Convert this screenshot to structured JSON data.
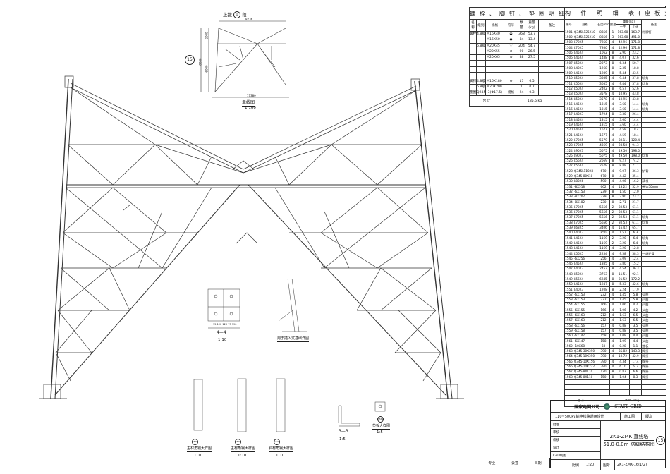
{
  "single_line_diagram": {
    "segment_label_prefix": "上拔",
    "segment_no": "9",
    "segment_label_suffix": "段",
    "dim_top": "8736",
    "dim_upper": "2000",
    "dim_lower": "6000",
    "dim_total": "8000",
    "dim_bottom": "17380",
    "part_no": "15",
    "title": "单线图",
    "scale": "1:100"
  },
  "details": {
    "section_4": {
      "title": "4—4",
      "scale": "1:10",
      "dims": [
        "75",
        "120",
        "120",
        "75",
        "390"
      ]
    },
    "insert_foundation": {
      "title": "用于插入式基础详图"
    },
    "angle_detail_1": {
      "title": "主材角钢大样图",
      "scale": "1:10",
      "part": "1501"
    },
    "angle_detail_2": {
      "title": "主材角钢大样图",
      "scale": "1:10",
      "part": "1502"
    },
    "angle_detail_3": {
      "title": "斜材角钢大样图",
      "scale": "1:10",
      "part": "1522"
    },
    "section_3": {
      "title": "3—3",
      "scale": "1:5"
    },
    "plate_detail": {
      "title": "垫板大样图",
      "scale": "1:5",
      "part": "1562"
    }
  },
  "bolt_table": {
    "title": "螺栓、脚钉、垫圈明细表",
    "headers": [
      "名称",
      "级别",
      "规格",
      "符号",
      "数量",
      "重量(kg)",
      "备注"
    ],
    "rows": [
      [
        "螺栓",
        "4.8级",
        "M16X40",
        "◒",
        "368",
        "53.7",
        ""
      ],
      [
        "",
        "",
        "M16X50",
        "◒",
        "84",
        "13.4",
        ""
      ],
      [
        "",
        "6.8级",
        "M20X45",
        "♡",
        "204",
        "54.7",
        ""
      ],
      [
        "",
        "",
        "M20X55",
        "⊘",
        "90",
        "26.5",
        ""
      ],
      [
        "",
        "",
        "M20X65",
        "⊗",
        "88",
        "27.5",
        ""
      ],
      [
        "",
        "",
        "",
        "",
        "",
        "",
        ""
      ],
      [
        "",
        "",
        "",
        "",
        "",
        "",
        ""
      ],
      [
        "",
        "",
        "",
        "",
        "",
        "",
        ""
      ],
      [
        "脚钉",
        "4.8级",
        "M16X180",
        "⊖",
        "17",
        "6.5",
        ""
      ],
      [
        "",
        "6.8级",
        "M20X200",
        "",
        "1",
        "0.7",
        ""
      ],
      [
        "垫圈",
        "Q235",
        "-3(Φ17.5)",
        "规格",
        "24",
        "0.3",
        ""
      ]
    ],
    "total_label": "合  计",
    "total_value": "185.5 kg"
  },
  "member_table": {
    "title": "构 件 明 细 表(座板式)",
    "headers": {
      "no": "编号",
      "spec": "规格",
      "length": "长度(mm)",
      "qty": "数量",
      "weight": "重量(kg)",
      "unit": "一件",
      "sub": "小计",
      "remark": "备注"
    },
    "rows": [
      [
        "1501",
        "Q345L125X10",
        "8856",
        "1",
        "163.68",
        "163.7",
        "带脚钉"
      ],
      [
        "1502",
        "Q345L125X10",
        "8856",
        "3",
        "163.68",
        "491.0",
        ""
      ],
      [
        "1503",
        "L70X5",
        "7950",
        "4",
        "42.96",
        "171.8",
        ""
      ],
      [
        "1504",
        "L70X5",
        "7950",
        "4",
        "42.96",
        "171.8",
        ""
      ],
      [
        "1505",
        "L45X4",
        "1062",
        "8",
        "2.90",
        "23.2",
        ""
      ],
      [
        "1506",
        "L45X4",
        "1488",
        "8",
        "4.07",
        "32.6",
        ""
      ],
      [
        "1507",
        "L50X4",
        "2073",
        "8",
        "6.34",
        "50.7",
        ""
      ],
      [
        "1508",
        "L40X3",
        "1268",
        "8",
        "2.35",
        "18.8",
        ""
      ],
      [
        "1509",
        "L45X4",
        "1989",
        "8",
        "5.44",
        "43.5",
        ""
      ],
      [
        "1510",
        "L50X4",
        "3085",
        "4",
        "9.44",
        "37.8",
        "切角"
      ],
      [
        "1511",
        "L50X4",
        "3085",
        "4",
        "9.44",
        "37.8",
        "切角"
      ],
      [
        "1512",
        "L50X4",
        "2402",
        "8",
        "6.57",
        "52.6",
        ""
      ],
      [
        "1513",
        "L50X4",
        "3578",
        "4",
        "10.95",
        "43.8",
        ""
      ],
      [
        "1514",
        "L50X4",
        "3578",
        "4",
        "10.95",
        "43.8",
        ""
      ],
      [
        "1515",
        "L45X4",
        "1315",
        "4",
        "3.60",
        "14.4",
        "切角"
      ],
      [
        "1516",
        "L45X4",
        "1315",
        "4",
        "3.60",
        "14.4",
        "切角"
      ],
      [
        "1517",
        "L40X3",
        "1794",
        "8",
        "3.30",
        "26.4",
        ""
      ],
      [
        "1518",
        "L45X4",
        "1315",
        "4",
        "3.60",
        "14.4",
        ""
      ],
      [
        "1519",
        "L45X4",
        "1315",
        "4",
        "3.60",
        "14.4",
        ""
      ],
      [
        "1520",
        "L45X4",
        "1677",
        "4",
        "4.59",
        "18.4",
        ""
      ],
      [
        "1521",
        "L45X4",
        "1677",
        "4",
        "4.59",
        "18.4",
        ""
      ],
      [
        "1522",
        "L70X5",
        "5579",
        "4",
        "30.11",
        "120.4",
        ""
      ],
      [
        "1523",
        "L70X5",
        "4369",
        "4",
        "23.58",
        "94.3",
        ""
      ],
      [
        "1524",
        "L90X7",
        "5075",
        "4",
        "49.50",
        "198.0",
        ""
      ],
      [
        "1525",
        "L90X7",
        "5075",
        "4",
        "49.50",
        "198.0",
        "切角"
      ],
      [
        "1526",
        "L56X4",
        "2669",
        "8",
        "9.27",
        "74.2",
        ""
      ],
      [
        "1527",
        "L56X4",
        "2579",
        "8",
        "8.89",
        "71.1",
        ""
      ],
      [
        "1528",
        "Q345L110X8",
        "670",
        "4",
        "9.07",
        "36.3",
        "铲背"
      ],
      [
        "1529",
        "Q345-80X10",
        "670",
        "8",
        "4.42",
        "35.4",
        ""
      ],
      [
        "1530",
        "L80X6",
        "590",
        "4",
        "4.06",
        "16.2",
        "清根"
      ],
      [
        "1531",
        "-8X518",
        "662",
        "4",
        "13.22",
        "52.9",
        "卷边50mm"
      ],
      [
        "1532",
        "-6X153",
        "239",
        "8",
        "1.50",
        "12.0",
        ""
      ],
      [
        "1533",
        "-8X202",
        "229",
        "8",
        "2.90",
        "23.2",
        ""
      ],
      [
        "1534",
        "-8X182",
        "230",
        "8",
        "2.71",
        "21.7",
        ""
      ],
      [
        "1535",
        "L70X5",
        "5656",
        "2",
        "30.53",
        "61.1",
        ""
      ],
      [
        "1536",
        "L70X5",
        "5656",
        "2",
        "30.53",
        "61.1",
        ""
      ],
      [
        "1537",
        "L70X5",
        "5656",
        "2",
        "30.53",
        "61.1",
        "切角"
      ],
      [
        "1538",
        "L70X5",
        "5656",
        "2",
        "30.53",
        "61.1",
        "切角"
      ],
      [
        "1539",
        "L63X5",
        "3406",
        "4",
        "16.42",
        "65.7",
        ""
      ],
      [
        "1540",
        "L40X3",
        "850",
        "4",
        "1.57",
        "6.3",
        ""
      ],
      [
        "1541",
        "L45X4",
        "1169",
        "2",
        "3.20",
        "6.4",
        "切角"
      ],
      [
        "1542",
        "L45X4",
        "1169",
        "2",
        "3.20",
        "6.4",
        "切角"
      ],
      [
        "1543",
        "L45X4",
        "1169",
        "4",
        "3.20",
        "12.8",
        ""
      ],
      [
        "1544",
        "L56X5",
        "2254",
        "4",
        "9.58",
        "38.3",
        "一端铲背"
      ],
      [
        "1545",
        "-6X256",
        "256",
        "4",
        "3.09",
        "12.4",
        ""
      ],
      [
        "1546",
        "L45X4",
        "1385",
        "4",
        "3.80",
        "15.2",
        ""
      ],
      [
        "1547",
        "L40X3",
        "2453",
        "8",
        "4.54",
        "36.3",
        ""
      ],
      [
        "1548",
        "L50X4",
        "3763",
        "8",
        "11.51",
        "92.1",
        ""
      ],
      [
        "1549",
        "L56X4",
        "6245",
        "8",
        "21.52",
        "172.2",
        ""
      ],
      [
        "1550",
        "L45X4",
        "1947",
        "8",
        "5.33",
        "42.6",
        "切角"
      ],
      [
        "1551",
        "L40X3",
        "1208",
        "8",
        "2.24",
        "17.9",
        ""
      ],
      [
        "1552",
        "-6X153",
        "232",
        "4",
        "1.45",
        "5.8",
        "火曲"
      ],
      [
        "1553",
        "-6X153",
        "232",
        "4",
        "1.45",
        "5.8",
        "火曲"
      ],
      [
        "1554",
        "-6X155",
        "166",
        "4",
        "1.06",
        "4.2",
        "火曲"
      ],
      [
        "1555",
        "-6X155",
        "166",
        "4",
        "1.06",
        "4.2",
        "火曲"
      ],
      [
        "1556",
        "-6X163",
        "212",
        "4",
        "1.63",
        "6.5",
        "火曲"
      ],
      [
        "1557",
        "-6X163",
        "212",
        "4",
        "1.63",
        "6.5",
        "火曲"
      ],
      [
        "1558",
        "-6X156",
        "157",
        "4",
        "0.88",
        "3.5",
        "火曲"
      ],
      [
        "1559",
        "-6X158",
        "157",
        "4",
        "0.88",
        "3.5",
        "火曲"
      ],
      [
        "1560",
        "-6X147",
        "158",
        "4",
        "1.09",
        "4.4",
        "火曲"
      ],
      [
        "1561",
        "-6X147",
        "158",
        "4",
        "1.09",
        "4.4",
        "火曲"
      ],
      [
        "1562",
        "-10X68",
        "68",
        "4",
        "0.28",
        "1.1",
        "垫板"
      ],
      [
        "1563",
        "Q345-30X390",
        "390",
        "4",
        "35.82",
        "143.3",
        "焊接"
      ],
      [
        "1564",
        "Q345-10X390",
        "390",
        "4",
        "10.72",
        "42.9",
        "焊接"
      ],
      [
        "1565",
        "Q345-10X156",
        "390",
        "4",
        "4.34",
        "17.4",
        "焊接"
      ],
      [
        "1566",
        "Q345-10X222",
        "390",
        "4",
        "6.10",
        "24.4",
        "焊接"
      ],
      [
        "1567",
        "Q345-8X110",
        "120",
        "8",
        "0.83",
        "6.6",
        "焊接"
      ],
      [
        "1568",
        "Q345-8X110",
        "150",
        "8",
        "1.04",
        "8.3",
        "焊接"
      ]
    ],
    "blank_rows": 3,
    "total_label": "合  计",
    "total_value": "3545.9 kg"
  },
  "title_block": {
    "company": "国家电网公司",
    "brand": "STATE GRID",
    "project": "110~500kV输电线路通用设计",
    "stage": "施工图",
    "version_label": "版次",
    "roles": [
      "批准",
      "审核",
      "校核",
      "设计",
      "CAD制图"
    ],
    "drawing_title_1": "2K1-ZMK 直线塔",
    "drawing_title_2": "51.0-0.0m 塔脚结构图",
    "part_no": "15",
    "scale_label": "比例",
    "scale_value": "1:20",
    "drawing_no_label": "图号",
    "drawing_no": "2K1-ZMK-16(1/2)",
    "countersign": [
      "专业",
      "会签",
      "日期"
    ]
  }
}
